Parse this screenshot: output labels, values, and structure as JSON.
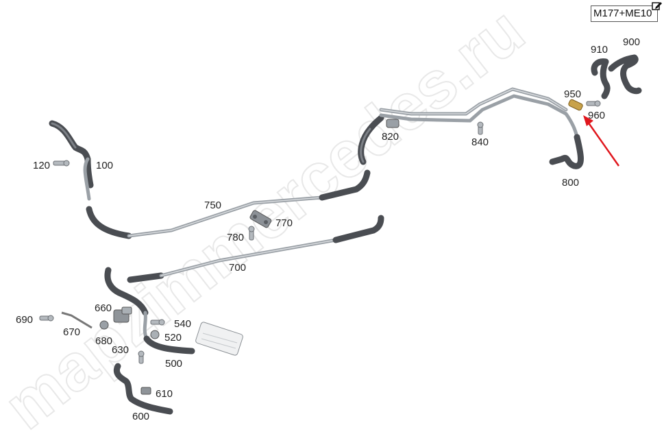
{
  "model_tag": "M177+ME10",
  "icons": {
    "edit": "edit-pencil-icon",
    "pointer": "red-arrow-icon"
  },
  "watermark": "mapzimmercedes.ru",
  "colors": {
    "hose": "#4a4d52",
    "pipe": "#9aa0a6",
    "arrow": "#e0161d",
    "highlight_part": "#c8a24a"
  },
  "highlighted_part": "950",
  "parts": [
    "120",
    "100",
    "750",
    "780",
    "770",
    "700",
    "820",
    "840",
    "950",
    "960",
    "910",
    "900",
    "800",
    "690",
    "670",
    "660",
    "680",
    "630",
    "540",
    "520",
    "500",
    "610",
    "600"
  ]
}
